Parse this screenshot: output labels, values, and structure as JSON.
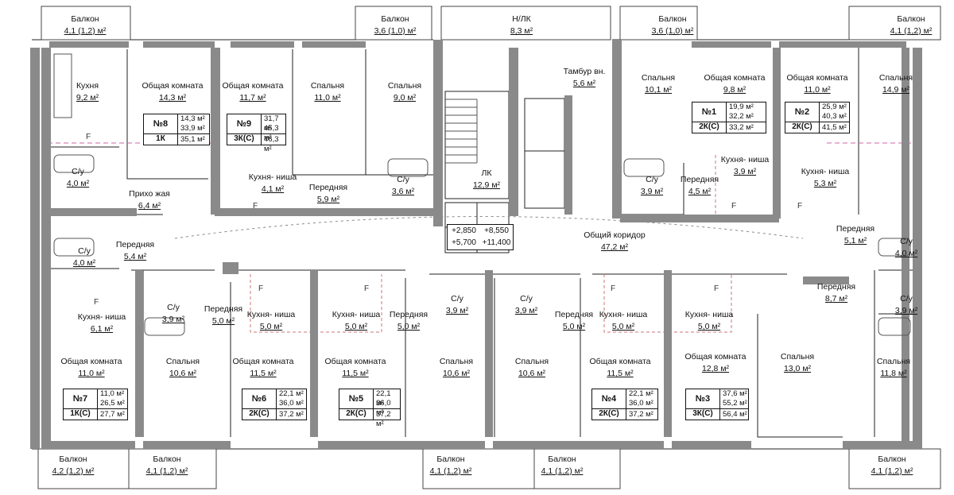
{
  "plan": {
    "rooms": [
      {
        "id": "bal-a",
        "name": "Балкон",
        "area": "4,1 (1,2) м²"
      },
      {
        "id": "bal-b",
        "name": "Балкон",
        "area": "3,6 (1,0) м²"
      },
      {
        "id": "nlk",
        "name": "Н/ЛК",
        "area": "8,3 м²"
      },
      {
        "id": "bal-c",
        "name": "Балкон",
        "area": "3,6 (1,0) м²"
      },
      {
        "id": "bal-d",
        "name": "Балкон",
        "area": "4,1 (1,2) м²"
      },
      {
        "id": "kitchen-8",
        "name": "Кухня",
        "area": "9,2 м²"
      },
      {
        "id": "common-8",
        "name": "Общая комната",
        "area": "14,3 м²"
      },
      {
        "id": "common-9",
        "name": "Общая комната",
        "area": "11,7 м²"
      },
      {
        "id": "bed-9a",
        "name": "Спальня",
        "area": "11,0 м²"
      },
      {
        "id": "bed-9b",
        "name": "Спальня",
        "area": "9,0 м²"
      },
      {
        "id": "vestibule",
        "name": "Тамбур вн.",
        "area": "5,6 м²"
      },
      {
        "id": "bed-1",
        "name": "Спальня",
        "area": "10,1 м²"
      },
      {
        "id": "common-1",
        "name": "Общая комната",
        "area": "9,8 м²"
      },
      {
        "id": "common-2",
        "name": "Общая комната",
        "area": "11,0 м²"
      },
      {
        "id": "bed-2",
        "name": "Спальня",
        "area": "14,9 м²"
      },
      {
        "id": "wc-8",
        "name": "С/у",
        "area": "4,0 м²"
      },
      {
        "id": "hall-8",
        "name": "Прихо жая",
        "area": "6,4 м²"
      },
      {
        "id": "kn-9",
        "name": "Кухня- ниша",
        "area": "4,1 м²"
      },
      {
        "id": "hall-9",
        "name": "Передняя",
        "area": "5,9 м²"
      },
      {
        "id": "wc-9",
        "name": "С/у",
        "area": "3,6 м²"
      },
      {
        "id": "lk",
        "name": "ЛК",
        "area": "12,9 м²"
      },
      {
        "id": "wc-1",
        "name": "С/у",
        "area": "3,9 м²"
      },
      {
        "id": "hall-1",
        "name": "Передняя",
        "area": "4,5 м²"
      },
      {
        "id": "kn-1",
        "name": "Кухня- ниша",
        "area": "3,9 м²"
      },
      {
        "id": "kn-2",
        "name": "Кухня- ниша",
        "area": "5,3 м²"
      },
      {
        "id": "corridor",
        "name": "Общий коридор",
        "area": "47,2 м²"
      },
      {
        "id": "hall-2",
        "name": "Передняя",
        "area": "5,1 м²"
      },
      {
        "id": "wc-7",
        "name": "С/у",
        "area": "4,0 м²"
      },
      {
        "id": "hall-7",
        "name": "Передняя",
        "area": "5,4 м²"
      },
      {
        "id": "wc-2",
        "name": "С/у",
        "area": "4,0 м²"
      },
      {
        "id": "kn-7",
        "name": "Кухня- ниша",
        "area": "6,1 м²"
      },
      {
        "id": "wc-6",
        "name": "С/у",
        "area": "3,9 м²"
      },
      {
        "id": "hall-6",
        "name": "Передняя",
        "area": "5,0 м²"
      },
      {
        "id": "kn-6",
        "name": "Кухня- ниша",
        "area": "5,0 м²"
      },
      {
        "id": "kn-5",
        "name": "Кухня- ниша",
        "area": "5,0 м²"
      },
      {
        "id": "hall-5",
        "name": "Передняя",
        "area": "5,0 м²"
      },
      {
        "id": "wc-5",
        "name": "С/у",
        "area": "3,9 м²"
      },
      {
        "id": "wc-4",
        "name": "С/у",
        "area": "3,9 м²"
      },
      {
        "id": "hall-4",
        "name": "Передняя",
        "area": "5,0 м²"
      },
      {
        "id": "kn-4",
        "name": "Кухня- ниша",
        "area": "5,0 м²"
      },
      {
        "id": "kn-3",
        "name": "Кухня- ниша",
        "area": "5,0 м²"
      },
      {
        "id": "hall-3",
        "name": "Передняя",
        "area": "8,7 м²"
      },
      {
        "id": "wc-3",
        "name": "С/у",
        "area": "3,9 м²"
      },
      {
        "id": "common-7",
        "name": "Общая комната",
        "area": "11,0 м²"
      },
      {
        "id": "bed-6",
        "name": "Спальня",
        "area": "10,6 м²"
      },
      {
        "id": "common-6",
        "name": "Общая комната",
        "area": "11,5 м²"
      },
      {
        "id": "common-5",
        "name": "Общая комната",
        "area": "11,5 м²"
      },
      {
        "id": "bed-5",
        "name": "Спальня",
        "area": "10,6 м²"
      },
      {
        "id": "bed-4",
        "name": "Спальня",
        "area": "10,6 м²"
      },
      {
        "id": "common-4",
        "name": "Общая комната",
        "area": "11,5 м²"
      },
      {
        "id": "common-3",
        "name": "Общая комната",
        "area": "12,8 м²"
      },
      {
        "id": "bed-3a",
        "name": "Спальня",
        "area": "13,0 м²"
      },
      {
        "id": "bed-3b",
        "name": "Спальня",
        "area": "11,8 м²"
      },
      {
        "id": "bal-e",
        "name": "Балкон",
        "area": "4,2 (1,2) м²"
      },
      {
        "id": "bal-f",
        "name": "Балкон",
        "area": "4,1 (1,2) м²"
      },
      {
        "id": "bal-g",
        "name": "Балкон",
        "area": "4,1 (1,2) м²"
      },
      {
        "id": "bal-h",
        "name": "Балкон",
        "area": "4,1 (1,2) м²"
      },
      {
        "id": "bal-i",
        "name": "Балкон",
        "area": "4,1 (1,2) м²"
      }
    ],
    "apartments": [
      {
        "no": "№8",
        "type": "1К",
        "a1": "14,3 м²",
        "a2": "33,9 м²",
        "a3": "35,1 м²"
      },
      {
        "no": "№9",
        "type": "3К(С)",
        "a1": "31,7 м²",
        "a2": "45,3 м²",
        "a3": "46,3 м²"
      },
      {
        "no": "№1",
        "type": "2К(С)",
        "a1": "19,9 м²",
        "a2": "32,2 м²",
        "a3": "33,2 м²"
      },
      {
        "no": "№2",
        "type": "2К(С)",
        "a1": "25,9 м²",
        "a2": "40,3 м²",
        "a3": "41,5 м²"
      },
      {
        "no": "№7",
        "type": "1К(С)",
        "a1": "11,0 м²",
        "a2": "26,5 м²",
        "a3": "27,7 м²"
      },
      {
        "no": "№6",
        "type": "2К(С)",
        "a1": "22,1 м²",
        "a2": "36,0 м²",
        "a3": "37,2 м²"
      },
      {
        "no": "№5",
        "type": "2К(С)",
        "a1": "22,1 м²",
        "a2": "36,0 м²",
        "a3": "37,2 м²"
      },
      {
        "no": "№4",
        "type": "2К(С)",
        "a1": "22,1 м²",
        "a2": "36,0 м²",
        "a3": "37,2 м²"
      },
      {
        "no": "№3",
        "type": "3К(С)",
        "a1": "37,6 м²",
        "a2": "55,2 м²",
        "a3": "56,4 м²"
      }
    ],
    "elevations": [
      "+2,850",
      "+8,550",
      "+5,700",
      "+11,400"
    ],
    "fixture_marks": {
      "f": "F"
    }
  }
}
